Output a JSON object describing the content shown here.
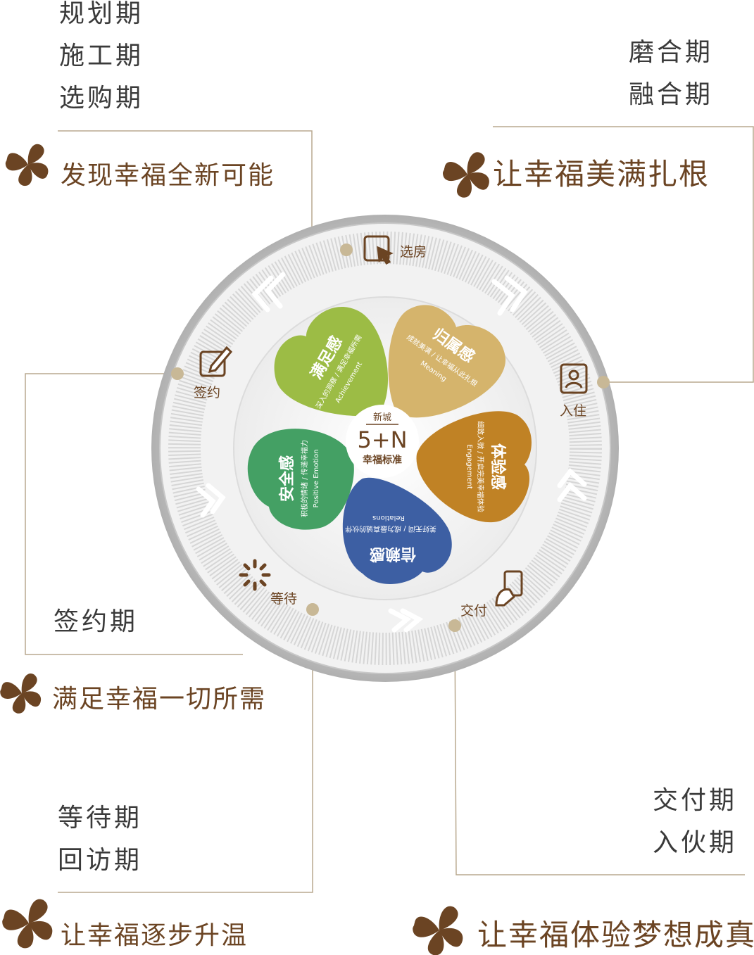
{
  "stages": {
    "top_left": [
      "规划期",
      "施工期",
      "选购期"
    ],
    "top_right": [
      "磨合期",
      "融合期"
    ],
    "mid_left": [
      "签约期"
    ],
    "bottom_left": [
      "等待期",
      "回访期"
    ],
    "bottom_right": [
      "交付期",
      "入伙期"
    ]
  },
  "slogans": {
    "top_left": "发现幸福全新可能",
    "top_right": "让幸福美满扎根",
    "mid_left": "满足幸福一切所需",
    "bottom_left": "让幸福逐步升温",
    "bottom_right": "让幸福体验梦想成真"
  },
  "ring_steps": {
    "select": "选房",
    "sign": "签约",
    "wait": "等待",
    "deliver": "交付",
    "move_in": "入住"
  },
  "petals": {
    "satisfaction": {
      "title": "满足感",
      "sub_cn": "深入的洞察 / 满足幸福所需",
      "sub_en": "Achievement",
      "color": "#9cbc45"
    },
    "belonging": {
      "title": "归属感",
      "sub_cn": "成就美满 / 让幸福从此扎根",
      "sub_en": "Meaning",
      "color": "#d5b46c"
    },
    "experience": {
      "title": "体验感",
      "sub_cn": "细致入微 / 开启完美幸福体验",
      "sub_en": "Engagement",
      "color": "#c08225"
    },
    "trust": {
      "title": "信赖感",
      "sub_cn": "美好无间 / 成为最真诚的伙伴",
      "sub_en": "Relations",
      "color": "#3d5fa3"
    },
    "security": {
      "title": "安全感",
      "sub_cn": "积极的情绪 / 传递幸福力",
      "sub_en": "Positive Emotion",
      "color": "#44a064"
    }
  },
  "center": {
    "top": "新城",
    "logo": "5+N",
    "bottom": "幸福标准"
  },
  "colors": {
    "brown": "#6b4423",
    "line": "#b9a98f",
    "ring": "#cfcfcf"
  }
}
